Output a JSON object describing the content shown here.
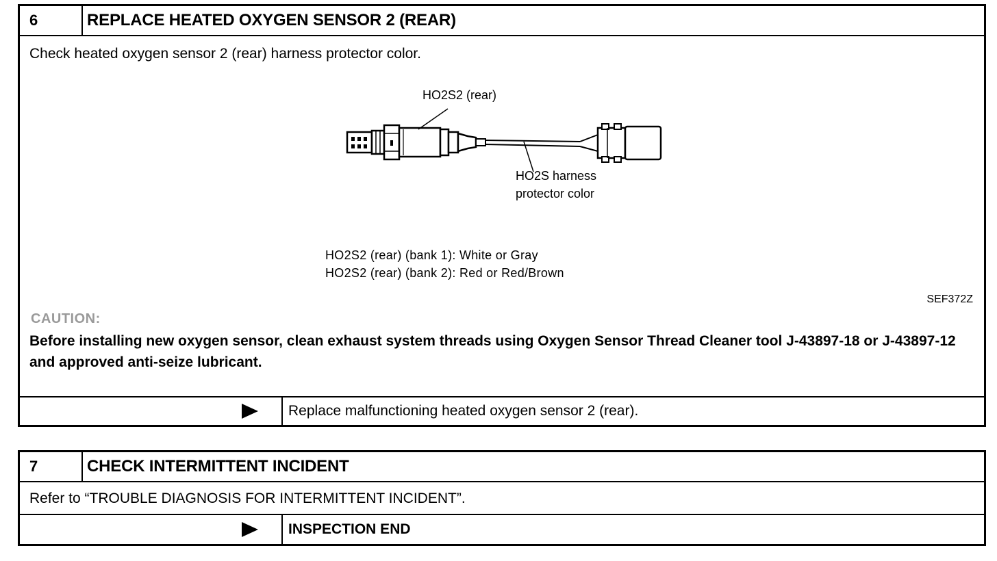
{
  "step6": {
    "number": "6",
    "title": "REPLACE HEATED OXYGEN SENSOR 2 (REAR)",
    "instruction": "Check heated oxygen sensor 2 (rear) harness protector color.",
    "figure": {
      "sensor_label": "HO2S2 (rear)",
      "harness_label_line1": "HO2S harness",
      "harness_label_line2": "protector color",
      "spec_bank1": "HO2S2 (rear) (bank 1): White or Gray",
      "spec_bank2": "HO2S2 (rear) (bank 2): Red or Red/Brown",
      "code": "SEF372Z"
    },
    "caution_label": "CAUTION:",
    "caution_text": "Before installing new oxygen sensor, clean exhaust system threads using Oxygen Sensor Thread Cleaner tool J-43897-18 or J-43897-12 and approved anti-seize lubricant.",
    "action": "Replace malfunctioning heated oxygen sensor 2 (rear)."
  },
  "step7": {
    "number": "7",
    "title": "CHECK INTERMITTENT INCIDENT",
    "instruction": "Refer to “TROUBLE DIAGNOSIS FOR INTERMITTENT INCIDENT”.",
    "action": "INSPECTION END"
  }
}
